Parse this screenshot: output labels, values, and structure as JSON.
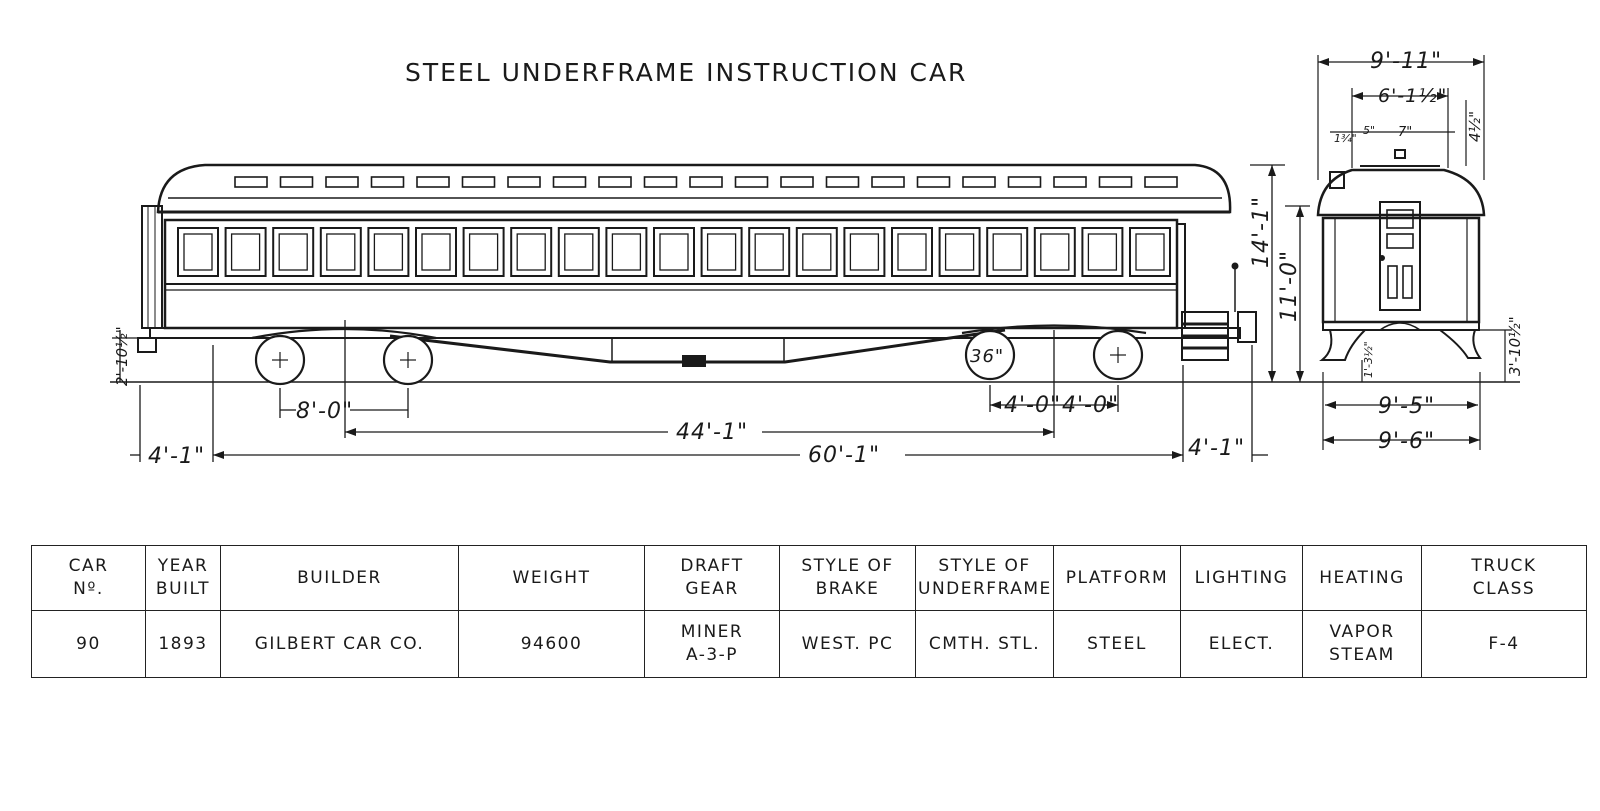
{
  "title": "STEEL UNDERFRAME INSTRUCTION CAR",
  "dimensions": {
    "width_overall": "9'-11\"",
    "width_roof": "6'-1½\"",
    "roof_small_a": "1¾\"",
    "roof_small_b": "5\"",
    "roof_small_c": "7\"",
    "roof_rise": "4½\"",
    "height_overall": "14'-1\"",
    "height_body": "11'-0\"",
    "wheel_dia": "36\"",
    "coupler_height": "2'-10½\"",
    "truck_height": "3'-10½\"",
    "step_height": "1'-3½\"",
    "truck_wheelbase": "8'-0\"",
    "truck_centers": "44'-1\"",
    "length_body": "60'-1\"",
    "platform_left": "4'-1\"",
    "platform_right": "4'-1\"",
    "truck_half_left": "4'-0\"",
    "truck_half_right": "4'-0\"",
    "width_sill": "9'-5\"",
    "width_eave": "9'-6\""
  },
  "table": {
    "headers": [
      [
        "CAR",
        "Nº."
      ],
      [
        "YEAR",
        "BUILT"
      ],
      [
        "BUILDER"
      ],
      [
        "WEIGHT"
      ],
      [
        "DRAFT",
        "GEAR"
      ],
      [
        "STYLE OF",
        "BRAKE"
      ],
      [
        "STYLE OF",
        "UNDERFRAME"
      ],
      [
        "PLATFORM"
      ],
      [
        "LIGHTING"
      ],
      [
        "HEATING"
      ],
      [
        "TRUCK",
        "CLASS"
      ]
    ],
    "row": [
      [
        "90"
      ],
      [
        "1893"
      ],
      [
        "GILBERT CAR CO."
      ],
      [
        "94600"
      ],
      [
        "MINER",
        "A-3-P"
      ],
      [
        "WEST. PC"
      ],
      [
        "CMTH. STL."
      ],
      [
        "STEEL"
      ],
      [
        "ELECT."
      ],
      [
        "VAPOR",
        "STEAM"
      ],
      [
        "F-4"
      ]
    ]
  }
}
